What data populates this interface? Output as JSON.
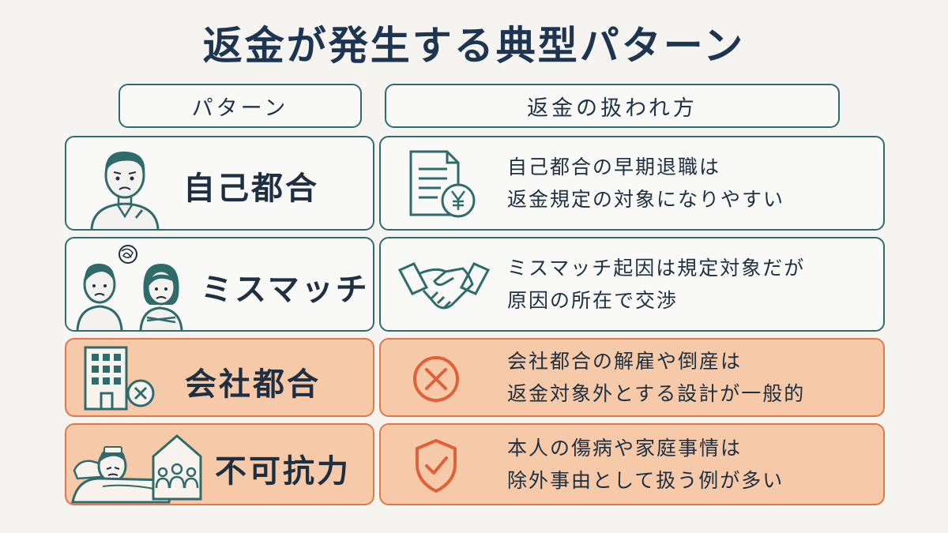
{
  "title": "返金が発生する典型パターン",
  "headers": {
    "pattern": "パターン",
    "handling": "返金の扱われ方"
  },
  "rows": [
    {
      "label": "自己都合",
      "line1": "自己都合の早期退職は",
      "line2": "返金規定の対象になりやすい",
      "icon": "confused-person-icon",
      "desc_icon": "document-yen-icon",
      "tone": "neutral"
    },
    {
      "label": "ミスマッチ",
      "line1": "ミスマッチ起因は規定対象だが",
      "line2": "原因の所在で交渉",
      "icon": "mismatched-couple-icon",
      "desc_icon": "handshake-icon",
      "tone": "neutral"
    },
    {
      "label": "会社都合",
      "line1": "会社都合の解雇や倒産は",
      "line2": "返金対象外とする設計が一般的",
      "icon": "building-x-icon",
      "desc_icon": "x-circle-icon",
      "tone": "warm"
    },
    {
      "label": "不可抗力",
      "line1": "本人の傷病や家庭事情は",
      "line2": "除外事由として扱う例が多い",
      "icon": "sick-family-icon",
      "desc_icon": "shield-check-icon",
      "tone": "warm"
    }
  ],
  "colors": {
    "teal": "#2f6b6b",
    "orange": "#e0784a",
    "warm_fill": "#f6c9a8",
    "navy": "#1d3550"
  }
}
